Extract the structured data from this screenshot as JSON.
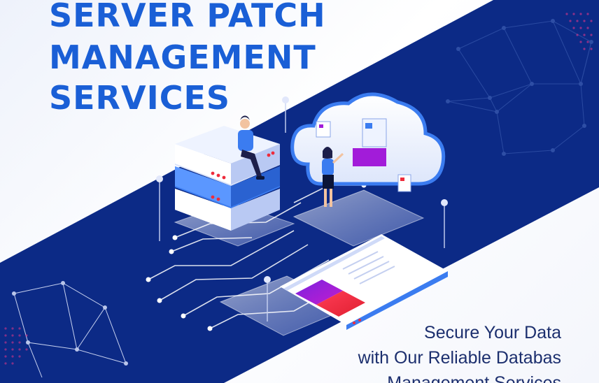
{
  "headline": {
    "line1": "SERVER PATCH",
    "line2": "MANAGEMENT",
    "line3": "SERVICES"
  },
  "tagline": {
    "line1": "Secure Your Data",
    "line2": "with Our Reliable Databas",
    "line3": "Management Services"
  },
  "colors": {
    "headline": "#1a5fd6",
    "band": "#0c2a86",
    "tagline": "#1c2f6e",
    "accent_magenta": "#a21cd9",
    "accent_red": "#ee2b3b",
    "server_blue": "#3b7cf0"
  },
  "icons": [
    "server-rack-icon",
    "cloud-icon",
    "browser-window-icon",
    "person-icon",
    "network-mesh-icon"
  ]
}
